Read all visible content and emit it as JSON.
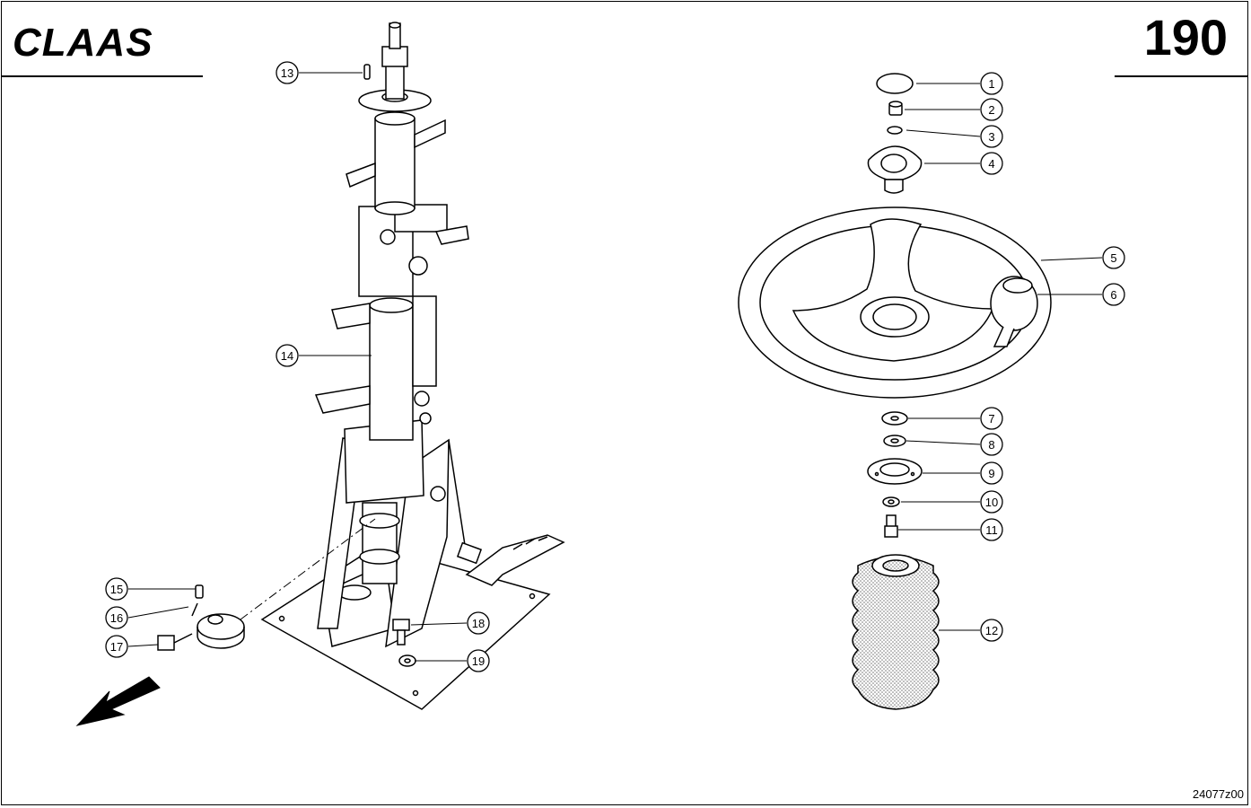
{
  "header": {
    "brand": "CLAAS",
    "page_number": "190"
  },
  "footer": {
    "drawing_code": "24077z00"
  },
  "callouts": [
    {
      "id": "1",
      "label": "1"
    },
    {
      "id": "2",
      "label": "2"
    },
    {
      "id": "3",
      "label": "3"
    },
    {
      "id": "4",
      "label": "4"
    },
    {
      "id": "5",
      "label": "5"
    },
    {
      "id": "6",
      "label": "6"
    },
    {
      "id": "7",
      "label": "7"
    },
    {
      "id": "8",
      "label": "8"
    },
    {
      "id": "9",
      "label": "9"
    },
    {
      "id": "10",
      "label": "10"
    },
    {
      "id": "11",
      "label": "11"
    },
    {
      "id": "12",
      "label": "12"
    },
    {
      "id": "13",
      "label": "13"
    },
    {
      "id": "14",
      "label": "14"
    },
    {
      "id": "15",
      "label": "15"
    },
    {
      "id": "16",
      "label": "16"
    },
    {
      "id": "17",
      "label": "17"
    },
    {
      "id": "18",
      "label": "18"
    },
    {
      "id": "19",
      "label": "19"
    }
  ]
}
